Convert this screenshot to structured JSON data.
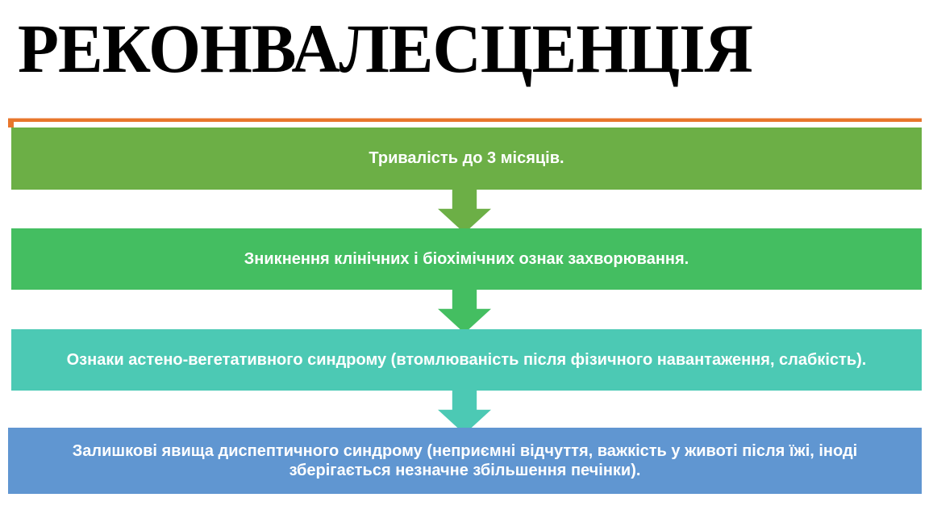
{
  "slide": {
    "title": "РЕКОНВАЛЕСЦЕНЦІЯ",
    "accent_color": "#E8762C",
    "background_color": "#FFFFFF"
  },
  "flow": {
    "steps": [
      {
        "id": "duration",
        "text": "Тривалість до 3 місяців.",
        "color": "#6CAF46",
        "text_color": "#FFFFFF"
      },
      {
        "id": "disappearance-of-signs",
        "text": "Зникнення клінічних і біохімічних ознак захворювання.",
        "color": "#44BE61",
        "text_color": "#FFFFFF"
      },
      {
        "id": "astheno-vegetative-syndrome",
        "text": "Ознаки астено-вегетативного синдрому (втомлюваність після фізичного навантаження, слабкість).",
        "color": "#4CC9B4",
        "text_color": "#FFFFFF"
      },
      {
        "id": "residual-dyspeptic-syndrome",
        "text": "Залишкові явища диспептичного синдрому (неприємні відчуття, важкість у животі після їжі, іноді\nзберігається незначне збільшення печінки).",
        "color": "#6096D1",
        "text_color": "#FFFFFF"
      }
    ],
    "connectors": [
      {
        "id": "connector-1",
        "icon": "arrow-down-icon",
        "color": "#6CAF46"
      },
      {
        "id": "connector-2",
        "icon": "arrow-down-icon",
        "color": "#44BE61"
      },
      {
        "id": "connector-3",
        "icon": "arrow-down-icon",
        "color": "#4CC9B4"
      }
    ]
  }
}
